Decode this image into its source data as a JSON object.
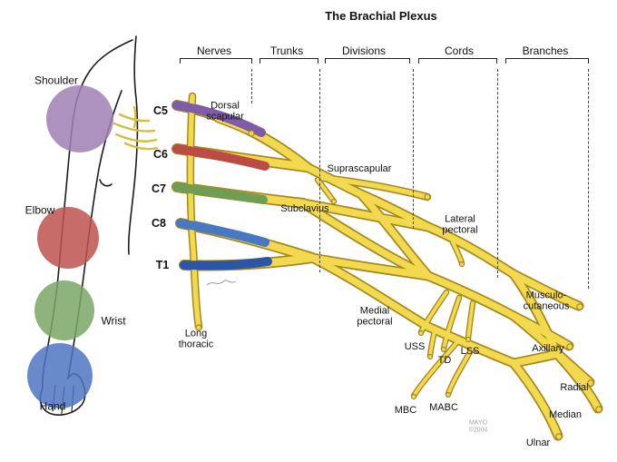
{
  "title": "The Brachial Plexus",
  "section_headers": {
    "nerves": "Nerves",
    "trunks": "Trunks",
    "divisions": "Divisions",
    "cords": "Cords",
    "branches": "Branches"
  },
  "body_regions": {
    "shoulder": "Shoulder",
    "elbow": "Elbow",
    "wrist": "Wrist",
    "hand": "Hand"
  },
  "roots": {
    "c5": "C5",
    "c6": "C6",
    "c7": "C7",
    "c8": "C8",
    "t1": "T1"
  },
  "nerves": {
    "dorsal_scapular": "Dorsal\nscapular",
    "suprascapular": "Suprascapular",
    "subclavius": "Subclavius",
    "lateral_pectoral": "Lateral\npectoral",
    "medial_pectoral": "Medial\npectoral",
    "long_thoracic": "Long\nthoracic",
    "uss": "USS",
    "td": "TD",
    "lss": "LSS",
    "mbc": "MBC",
    "mabc": "MABC",
    "musculocutaneous": "Musculo-\ncutaneous",
    "axillary": "Axillary",
    "radial": "Radial",
    "median": "Median",
    "ulnar": "Ulnar"
  },
  "credit": "MAYO\n©2004",
  "colors": {
    "nerve_fill": "#f3d94e",
    "nerve_outline": "#a5891f",
    "root_c5": "#7e5ca8",
    "root_c6": "#bc4a45",
    "root_c7": "#6f9d52",
    "root_c8": "#4a77c2",
    "root_t1": "#2d55a5",
    "region_shoulder": "#9f80b2",
    "region_elbow": "#bf5350",
    "region_wrist": "#7ca667",
    "region_hand": "#4e76c2"
  }
}
